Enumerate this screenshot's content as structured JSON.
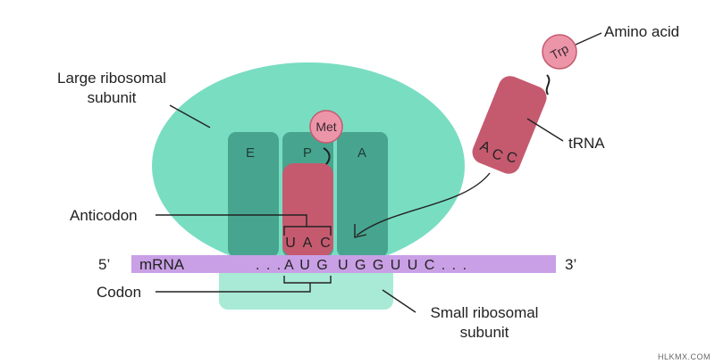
{
  "labels": {
    "large_subunit": [
      "Large ribosomal",
      "subunit"
    ],
    "small_subunit": [
      "Small ribosomal",
      "subunit"
    ],
    "amino_acid": "Amino acid",
    "trna": "tRNA",
    "anticodon": "Anticodon",
    "codon": "Codon",
    "mrna": "mRNA",
    "five_prime": "5’",
    "three_prime": "3’"
  },
  "sites": {
    "e": "E",
    "p": "P",
    "a": "A"
  },
  "bound_trna": {
    "amino_acid": "Met",
    "anticodon": [
      "U",
      "A",
      "C"
    ]
  },
  "incoming_trna": {
    "amino_acid": "Trp",
    "anticodon": [
      "A",
      "C",
      "C"
    ]
  },
  "mrna_sequence": {
    "leading_dots": ". . .",
    "codon": "A U G",
    "rest": "U G G U U C . . ."
  },
  "watermark": "HLKMX.COM",
  "colors": {
    "large_subunit": "#79ddc2",
    "small_subunit": "#a9ead6",
    "sites": "#47a58f",
    "trna": "#c55a6f",
    "amino_acid": "#ec95a8",
    "mrna": "#c9a0e6"
  }
}
